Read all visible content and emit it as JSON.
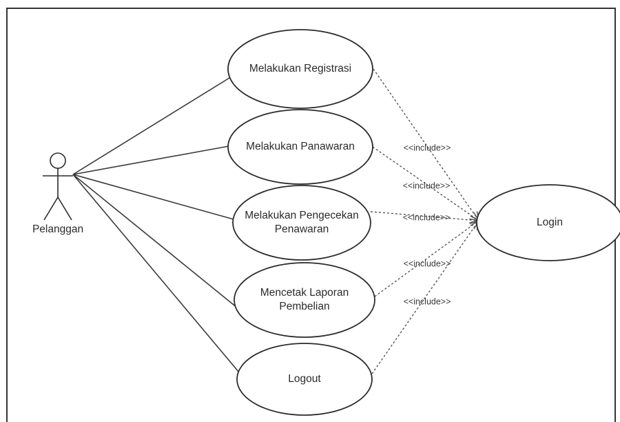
{
  "diagram": {
    "type": "use-case",
    "actor": {
      "name": "Pelanggan",
      "icon": "stick-figure"
    },
    "use_cases": [
      {
        "id": "registrasi",
        "lines": [
          "Melakukan Registrasi"
        ]
      },
      {
        "id": "panawaran",
        "lines": [
          "Melakukan Panawaran"
        ]
      },
      {
        "id": "pengecekan",
        "lines": [
          "Melakukan Pengecekan",
          "Penawaran"
        ]
      },
      {
        "id": "laporan",
        "lines": [
          "Mencetak Laporan",
          "Pembelian"
        ]
      },
      {
        "id": "logout",
        "lines": [
          "Logout"
        ]
      },
      {
        "id": "login",
        "lines": [
          "Login"
        ]
      }
    ],
    "associations": [
      {
        "from": "actor",
        "to": "registrasi"
      },
      {
        "from": "actor",
        "to": "panawaran"
      },
      {
        "from": "actor",
        "to": "pengecekan"
      },
      {
        "from": "actor",
        "to": "laporan"
      },
      {
        "from": "actor",
        "to": "logout"
      }
    ],
    "includes": [
      {
        "from": "registrasi",
        "to": "login",
        "label": "<<include>>"
      },
      {
        "from": "panawaran",
        "to": "login",
        "label": "<<include>>"
      },
      {
        "from": "pengecekan",
        "to": "login",
        "label": "<<include>>"
      },
      {
        "from": "laporan",
        "to": "login",
        "label": "<<include>>"
      },
      {
        "from": "logout",
        "to": "login",
        "label": "<<include>>"
      }
    ]
  }
}
